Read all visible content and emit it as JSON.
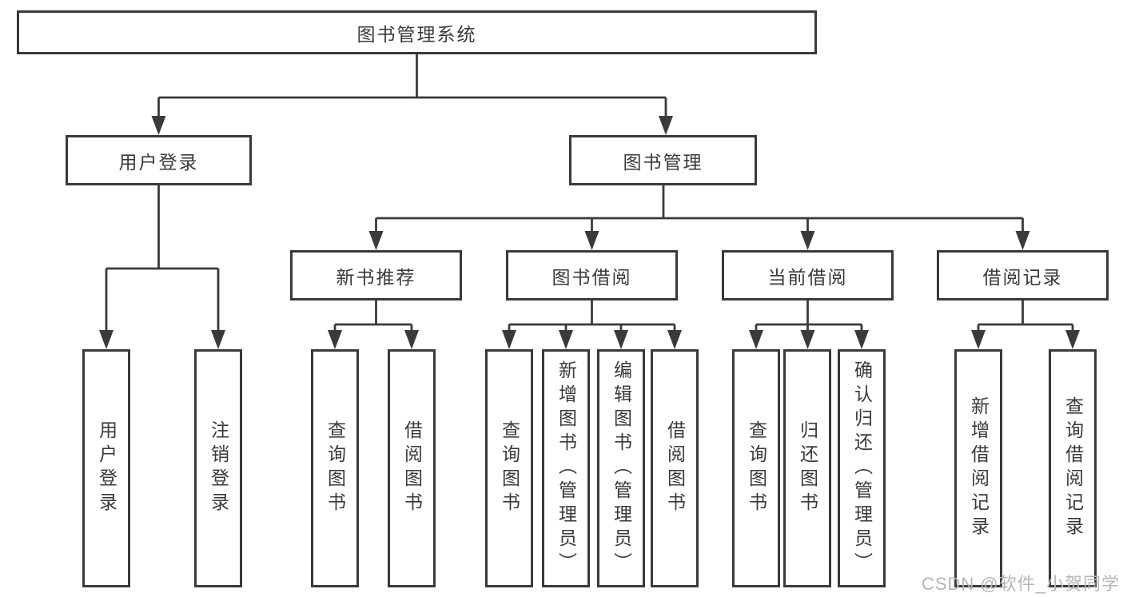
{
  "diagram": {
    "root": {
      "label": "图书管理系统"
    },
    "level2": [
      {
        "label": "用户登录"
      },
      {
        "label": "图书管理"
      }
    ],
    "level3": [
      {
        "label": "新书推荐"
      },
      {
        "label": "图书借阅"
      },
      {
        "label": "当前借阅"
      },
      {
        "label": "借阅记录"
      }
    ],
    "leaves": [
      {
        "label": "用户登录"
      },
      {
        "label": "注销登录"
      },
      {
        "label": "查询图书"
      },
      {
        "label": "借阅图书"
      },
      {
        "label": "查询图书"
      },
      {
        "label": "新增图书（管理员）"
      },
      {
        "label": "编辑图书（管理员）"
      },
      {
        "label": "借阅图书"
      },
      {
        "label": "查询图书"
      },
      {
        "label": "归还图书"
      },
      {
        "label": "确认归还（管理员）"
      },
      {
        "label": "新增借阅记录"
      },
      {
        "label": "查询借阅记录"
      }
    ]
  },
  "watermark": {
    "text": "CSDN @软件_小贺同学"
  },
  "colors": {
    "line": "#3a3a3a",
    "text": "#3a3a3a",
    "background": "#ffffff",
    "watermark": "#b5b5b5"
  }
}
